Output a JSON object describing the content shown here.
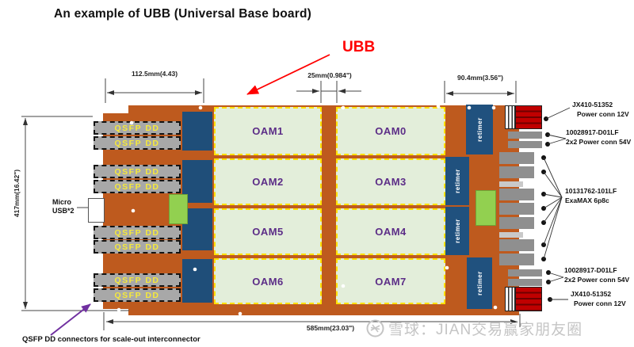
{
  "title": "An example of UBB (Universal Base board)",
  "ubb_callout": "UBB",
  "dimensions": {
    "top_left": "112.5mm(4.43)",
    "top_center": "25mm(0.984\")",
    "top_right": "90.4mm(3.56\")",
    "side": "417mm(16.42\")",
    "bottom": "585mm(23.03\")"
  },
  "board": {
    "qsfp_label": "QSFP DD",
    "retimer_label": "retimer",
    "oam_cells": [
      "OAM1",
      "OAM0",
      "OAM2",
      "OAM3",
      "OAM5",
      "OAM4",
      "OAM6",
      "OAM7"
    ]
  },
  "annotations": {
    "micro_usb": [
      "Micro",
      "USB*2"
    ],
    "qsfp_note": "QSFP DD connectors for scale-out interconnector"
  },
  "right_connectors": [
    {
      "part": "JX410-51352",
      "desc": "Power conn 12V"
    },
    {
      "part": "10028917-D01LF",
      "desc": "2x2 Power conn 54V"
    },
    {
      "part": "10131762-101LF",
      "desc": "ExaMAX 6p8c"
    },
    {
      "part": "10028917-D01LF",
      "desc": "2x2 Power conn 54V"
    },
    {
      "part": "JX410-51352",
      "desc": "Power conn 12V"
    }
  ],
  "watermark": {
    "icon": "xueqiu-snowball-logo",
    "text": "雪球：JIAN交易赢家朋友圈"
  },
  "colors": {
    "board": "#BE5A1E",
    "oam_fill": "#E3EEDA",
    "oam_border": "#FFE100",
    "oam_text": "#5C2D87",
    "qsfp_fill": "#A8A8A8",
    "qsfp_text": "#F5E93B",
    "retimer_fill": "#20517E",
    "green_block": "#92D050",
    "red_connector": "#C00000",
    "callout_red": "#FF0000",
    "arrow_purple": "#7030A0",
    "watermark_gray": "#C5C5C5"
  }
}
